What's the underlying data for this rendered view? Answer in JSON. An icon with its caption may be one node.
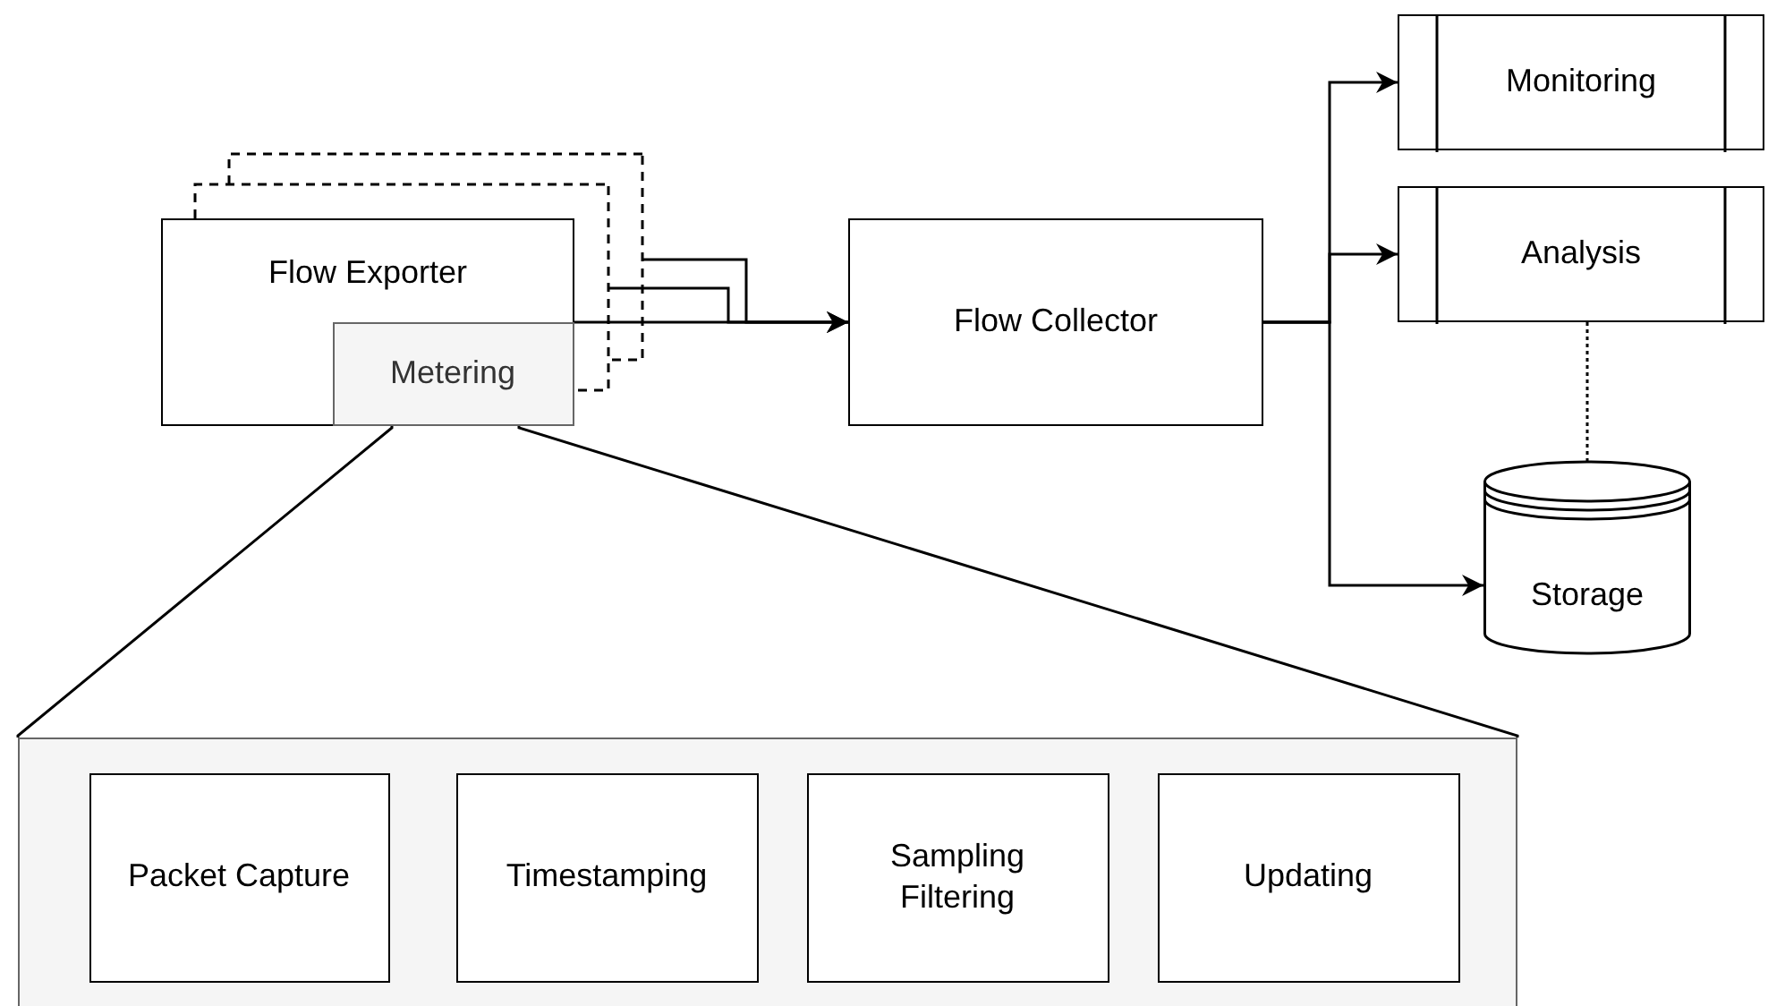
{
  "diagram": {
    "nodes": [
      {
        "text": [
          "Flow Exporter"
        ]
      },
      {
        "text": [
          "Metering"
        ],
        "in": 0
      },
      {
        "text": [
          "Flow Collector"
        ]
      },
      {
        "text": [
          "Monitoring"
        ]
      },
      {
        "text": [
          "Analysis"
        ]
      },
      {
        "text": [
          "Storage"
        ]
      },
      {
        "text": [],
        "shape": "box"
      },
      {
        "text": [
          "Packet Capture"
        ],
        "in": 6
      },
      {
        "text": [
          "Timestamping"
        ],
        "in": 6
      },
      {
        "text": [
          "Sampling Filtering"
        ],
        "in": 6
      },
      {
        "text": [
          "Updating"
        ],
        "in": 6
      }
    ],
    "edges": [
      {
        "from": 0,
        "to": 2,
        "arrow": "to"
      },
      {
        "from": null,
        "to": 2,
        "arrow": "to"
      },
      {
        "from": null,
        "to": 2,
        "arrow": "to"
      },
      {
        "from": 2,
        "to": 3,
        "arrow": "to"
      },
      {
        "from": 2,
        "to": 4,
        "arrow": "to"
      },
      {
        "from": 2,
        "to": 5,
        "arrow": "to"
      },
      {
        "from": 4,
        "to": 5,
        "arrow": "none",
        "style": "dashed"
      },
      {
        "from": 1,
        "to": 6,
        "arrow": "none"
      },
      {
        "from": 1,
        "to": 6,
        "arrow": "none"
      }
    ]
  }
}
